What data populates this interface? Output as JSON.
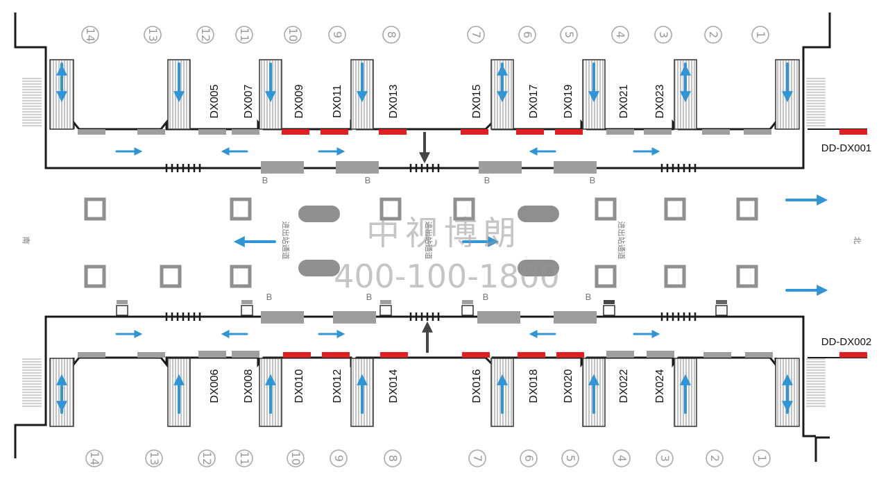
{
  "colors": {
    "wall": "#1a1a1a",
    "ad_red": "#e02020",
    "ad_gray": "#9e9e9e",
    "arrow_blue": "#2f95d6",
    "arrow_dark": "#444444",
    "pillar": "#8f8f8f"
  },
  "doors_top": [
    "14",
    "13",
    "12",
    "11",
    "10",
    "9",
    "8",
    "7",
    "6",
    "5",
    "4",
    "3",
    "2",
    "1"
  ],
  "doors_bottom": [
    "14",
    "13",
    "12",
    "11",
    "10",
    "9",
    "8",
    "7",
    "6",
    "5",
    "4",
    "3",
    "2",
    "1"
  ],
  "panels_top": [
    "DX005",
    "DX007",
    "DX009",
    "DX011",
    "DX013",
    "DX015",
    "DX017",
    "DX019",
    "DX021",
    "DX023"
  ],
  "panels_bottom": [
    "DX006",
    "DX008",
    "DX010",
    "DX012",
    "DX014",
    "DX016",
    "DX018",
    "DX020",
    "DX022",
    "DX024"
  ],
  "side_labels": {
    "top": "DD-DX001",
    "bottom": "DD-DX002"
  },
  "b_mark": "B",
  "compass": {
    "south": "南",
    "north": "北"
  },
  "passage_labels": [
    "进出站通道",
    "进出站通道",
    "进出站通道"
  ],
  "watermark": {
    "brand": "中视博朗",
    "phone": "400-100-1800"
  }
}
